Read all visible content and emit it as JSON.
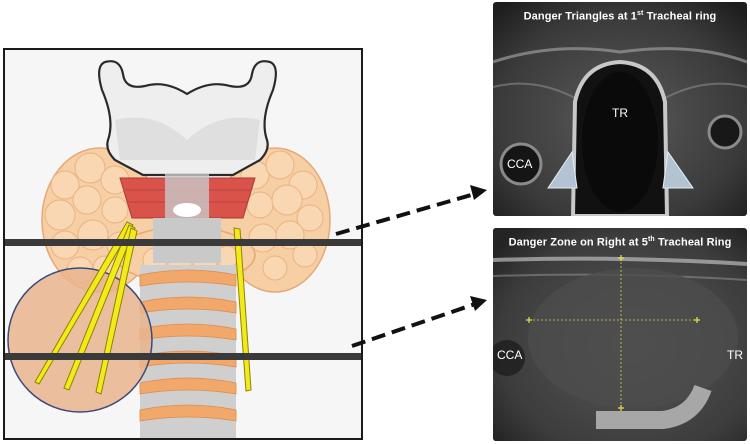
{
  "top_panel": {
    "title_prefix": "Danger Triangles at 1",
    "title_sup": "st",
    "title_suffix": " Tracheal ring",
    "label_tr": "TR",
    "label_cca": "CCA"
  },
  "bottom_panel": {
    "title_prefix": "Danger Zone on Right at 5",
    "title_sup": "th",
    "title_suffix": " Tracheal Ring",
    "label_cca": "CCA",
    "label_tr": "TR"
  },
  "colors": {
    "thyroid": "#f7cfa4",
    "cartilage": "#eaeaea",
    "cricothyroid_muscle": "#d9534a",
    "needle": "#f3ea1c",
    "danger_zone": "#e9b48d",
    "level_line": "#3a3a3a",
    "danger_triangle": "#b4c3d2"
  }
}
